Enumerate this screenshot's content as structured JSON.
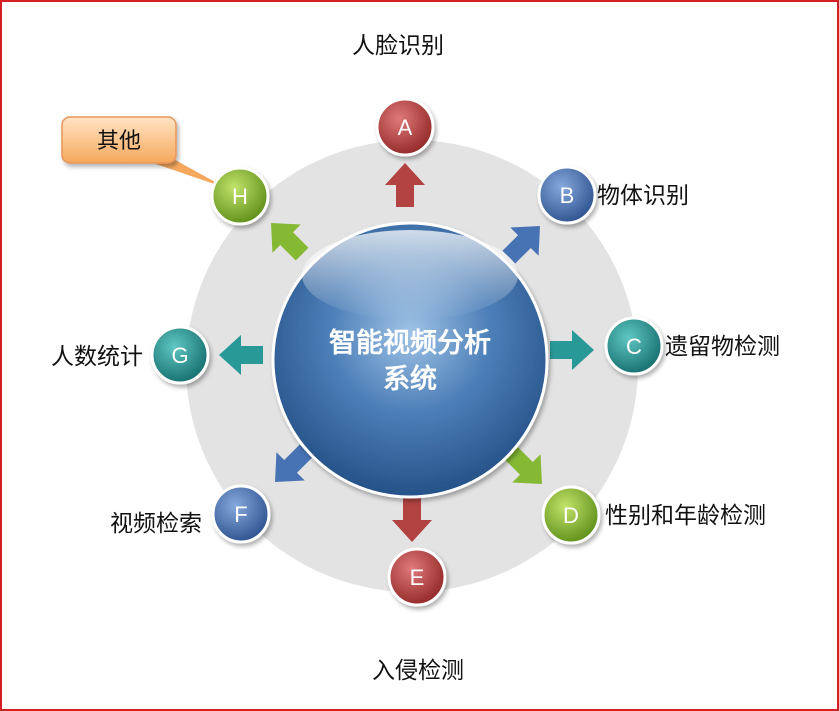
{
  "center": {
    "line1": "智能视频分析",
    "line2": "系统"
  },
  "nodes": [
    {
      "letter": "A",
      "label": "人脸识别",
      "color": "#b03a3a"
    },
    {
      "letter": "B",
      "label": "物体识别",
      "color": "#3e6bb0"
    },
    {
      "letter": "C",
      "label": "遗留物检测",
      "color": "#1f9593"
    },
    {
      "letter": "D",
      "label": "性别和年龄检测",
      "color": "#7fb62a"
    },
    {
      "letter": "E",
      "label": "入侵检测",
      "color": "#b03a3a"
    },
    {
      "letter": "F",
      "label": "视频检索",
      "color": "#3e6bb0"
    },
    {
      "letter": "G",
      "label": "人数统计",
      "color": "#1f9593"
    },
    {
      "letter": "H",
      "label": "",
      "color": "#7fb62a"
    }
  ],
  "callout": {
    "text": "其他"
  }
}
